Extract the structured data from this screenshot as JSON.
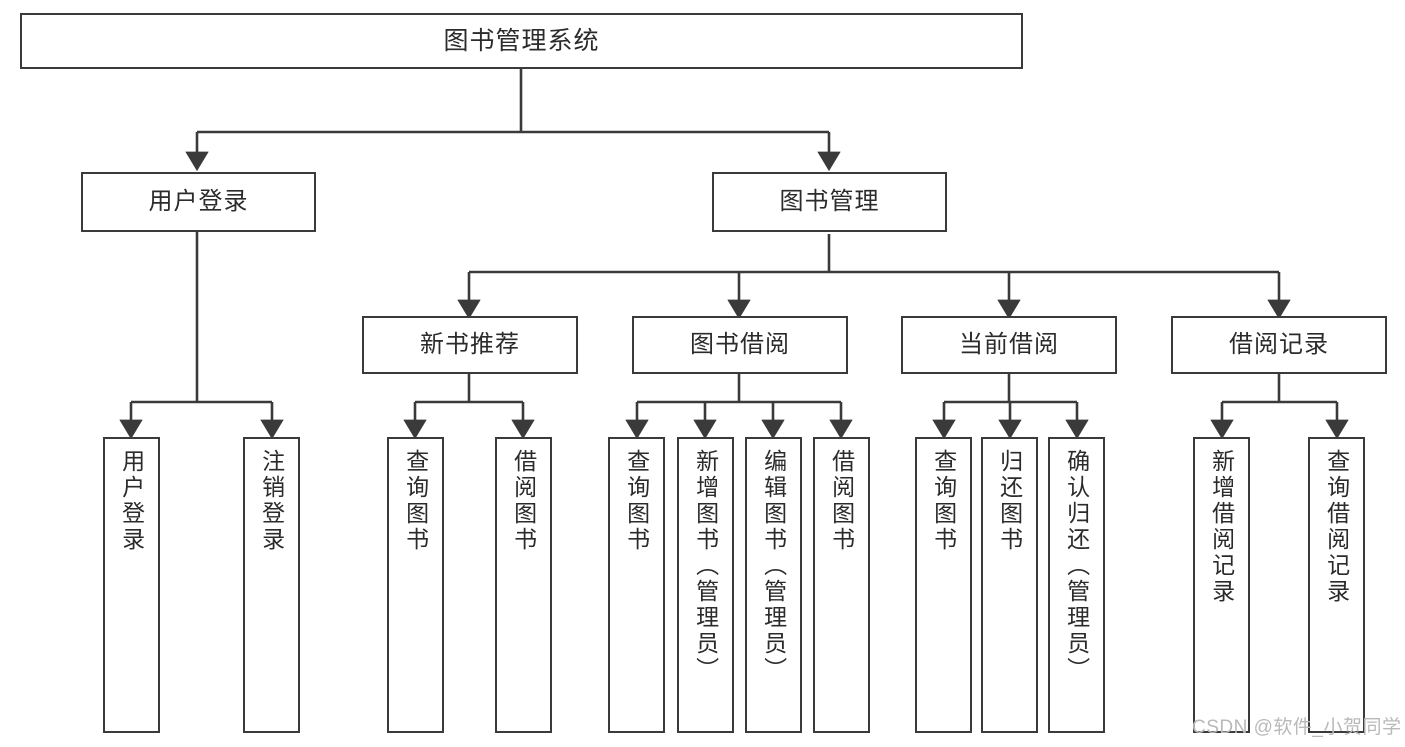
{
  "diagram": {
    "type": "tree-hierarchy",
    "title": "图书管理系统",
    "root": {
      "label": "图书管理系统"
    },
    "level1": [
      {
        "label": "用户登录"
      },
      {
        "label": "图书管理"
      }
    ],
    "level2": [
      {
        "label": "新书推荐",
        "parent": "图书管理"
      },
      {
        "label": "图书借阅",
        "parent": "图书管理"
      },
      {
        "label": "当前借阅",
        "parent": "图书管理"
      },
      {
        "label": "借阅记录",
        "parent": "图书管理"
      }
    ],
    "leaves": {
      "user_login": [
        {
          "label": "用户登录"
        },
        {
          "label": "注销登录"
        }
      ],
      "new_book_recommend": [
        {
          "label": "查询图书"
        },
        {
          "label": "借阅图书"
        }
      ],
      "book_borrow": [
        {
          "label": "查询图书"
        },
        {
          "label": "新增图书（管理员）"
        },
        {
          "label": "编辑图书（管理员）"
        },
        {
          "label": "借阅图书"
        }
      ],
      "current_borrow": [
        {
          "label": "查询图书"
        },
        {
          "label": "归还图书"
        },
        {
          "label": "确认归还（管理员）"
        }
      ],
      "borrow_record": [
        {
          "label": "新增借阅记录"
        },
        {
          "label": "查询借阅记录"
        }
      ]
    }
  },
  "watermark": {
    "text": "CSDN @软件_小贺同学"
  },
  "colors": {
    "stroke": "#3a3a3a",
    "fill": "#ffffff",
    "text": "#2b2b2b",
    "watermark": "#b9b9b9"
  }
}
